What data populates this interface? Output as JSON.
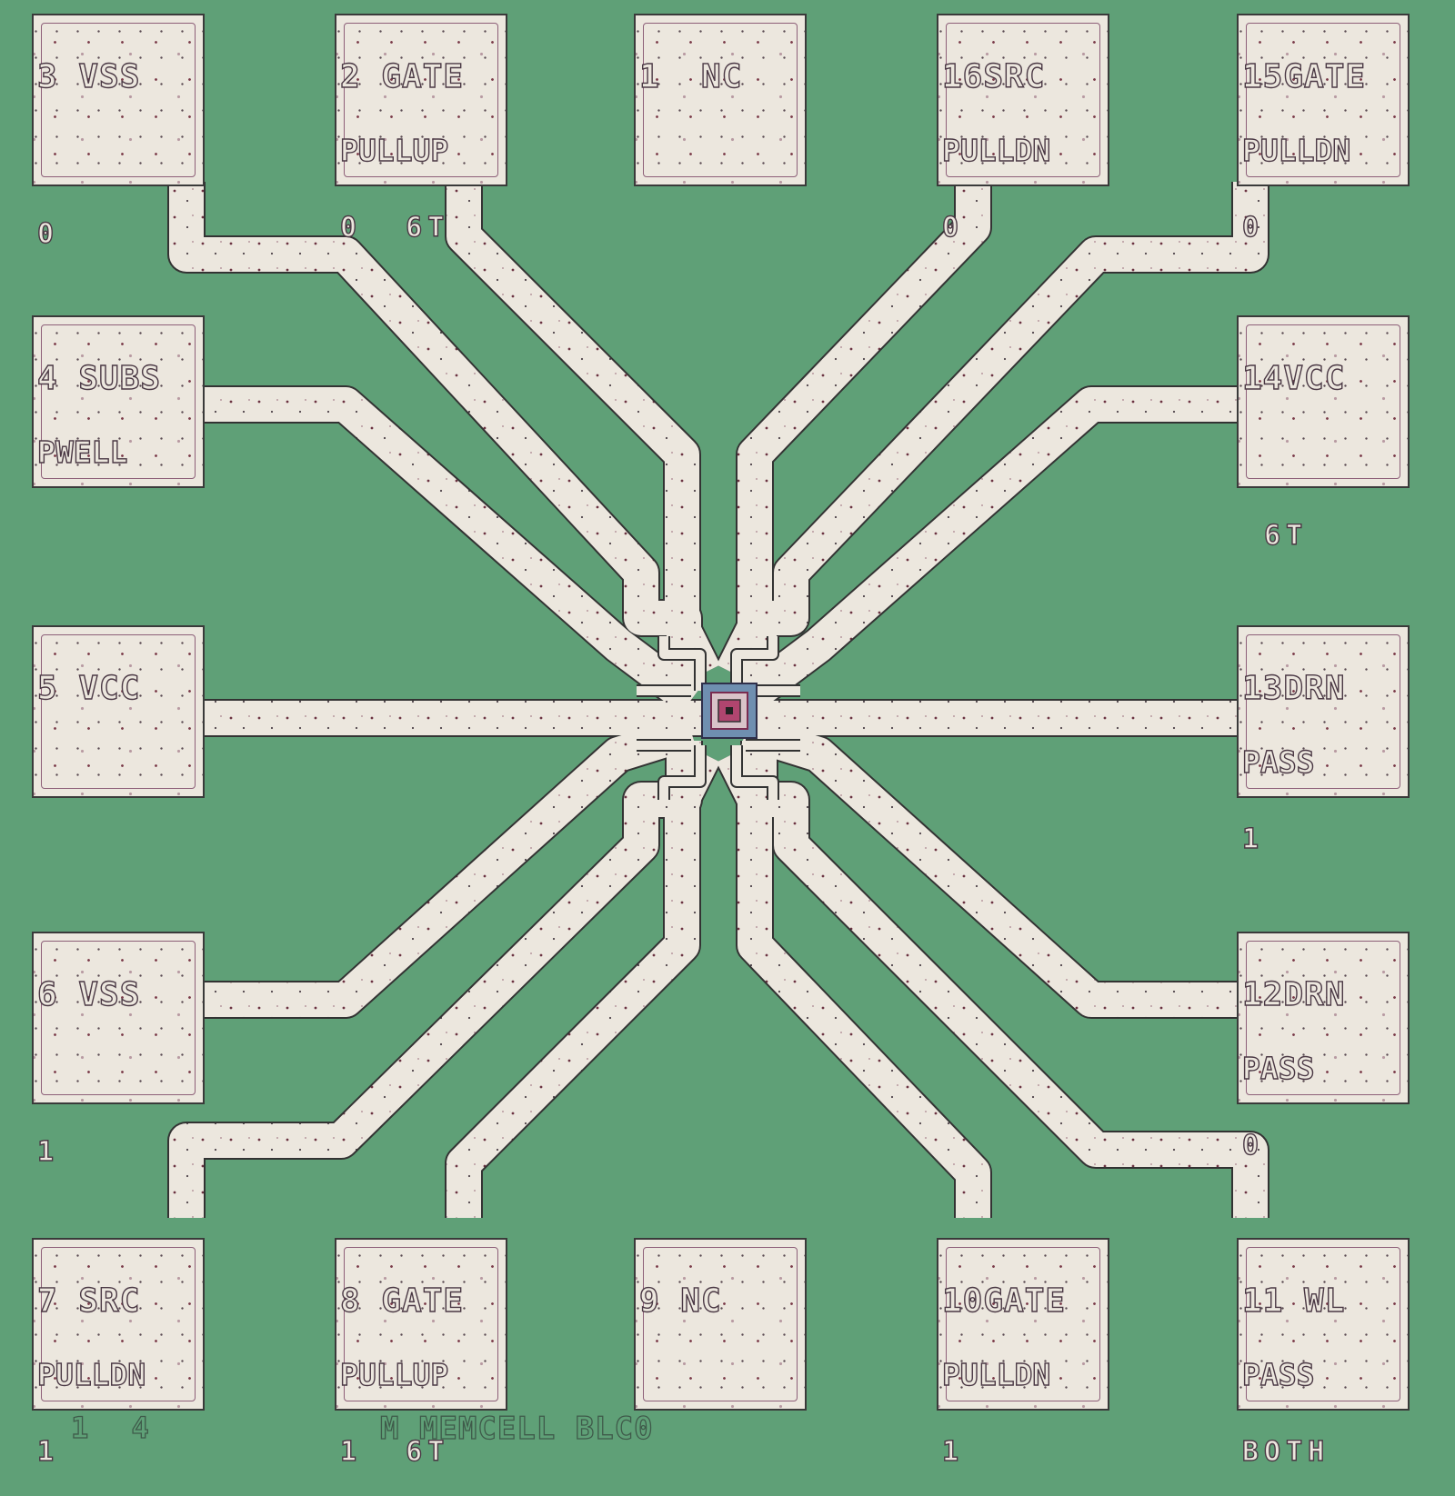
{
  "colors": {
    "substrate": "#5fa077",
    "metal": "#ece7de",
    "outline": "#3a3a3a",
    "label_outline": "#4a3844"
  },
  "pads": [
    {
      "id": "pad-3",
      "lines": [
        "3 VSS",
        "",
        "0"
      ]
    },
    {
      "id": "pad-2",
      "lines": [
        "2 GATE",
        "PULLUP",
        "0  6T"
      ]
    },
    {
      "id": "pad-1",
      "lines": [
        "1  NC",
        "",
        ""
      ]
    },
    {
      "id": "pad-16",
      "lines": [
        "16SRC",
        "PULLDN",
        "0"
      ]
    },
    {
      "id": "pad-15",
      "lines": [
        "15GATE",
        "PULLDN",
        "0"
      ]
    },
    {
      "id": "pad-4",
      "lines": [
        "4 SUBS",
        "PWELL",
        ""
      ]
    },
    {
      "id": "pad-14",
      "lines": [
        "14VCC",
        "",
        " 6T"
      ]
    },
    {
      "id": "pad-5",
      "lines": [
        "5 VCC",
        "",
        ""
      ]
    },
    {
      "id": "pad-13",
      "lines": [
        "13DRN",
        "PASS",
        "1"
      ]
    },
    {
      "id": "pad-6",
      "lines": [
        "6 VSS",
        "",
        "1"
      ]
    },
    {
      "id": "pad-12",
      "lines": [
        "12DRN",
        "PASS",
        "0"
      ]
    },
    {
      "id": "pad-7",
      "lines": [
        "7 SRC",
        "PULLDN",
        "1"
      ]
    },
    {
      "id": "pad-8",
      "lines": [
        "8 GATE",
        "PULLUP",
        "1  6T"
      ]
    },
    {
      "id": "pad-9",
      "lines": [
        "9 NC",
        "",
        ""
      ]
    },
    {
      "id": "pad-10",
      "lines": [
        "10GATE",
        "PULLDN",
        "1"
      ]
    },
    {
      "id": "pad-11",
      "lines": [
        "11 WL",
        "PASS",
        "BOTH"
      ]
    }
  ],
  "corner_label": "1 4",
  "die_label": "M MEMCELL BLC0"
}
